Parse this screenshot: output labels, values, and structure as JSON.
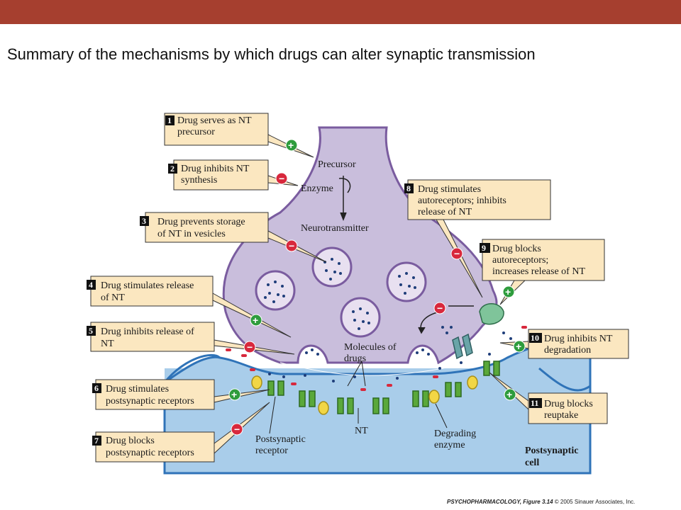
{
  "header": {
    "title": "Summary of the mechanisms by which drugs can alter synaptic transmission"
  },
  "colors": {
    "header_bar": "#a63f2f",
    "presynaptic": "#c9bedc",
    "postsynaptic": "#a9cdea",
    "callout": "#fbe7c0",
    "stimulate": "#2e9c3c",
    "inhibit": "#d8283c"
  },
  "callouts": [
    {
      "num": "1",
      "line1": "Drug serves as NT",
      "line2": "precursor",
      "effect": "+"
    },
    {
      "num": "2",
      "line1": "Drug inhibits NT",
      "line2": "synthesis",
      "effect": "−"
    },
    {
      "num": "3",
      "line1": "Drug prevents storage",
      "line2": "of NT in vesicles",
      "effect": "−"
    },
    {
      "num": "4",
      "line1": "Drug stimulates release",
      "line2": "of NT",
      "effect": "+"
    },
    {
      "num": "5",
      "line1": "Drug inhibits release of",
      "line2": "NT",
      "effect": "−"
    },
    {
      "num": "6",
      "line1": "Drug stimulates",
      "line2": "postsynaptic receptors",
      "effect": "+"
    },
    {
      "num": "7",
      "line1": "Drug blocks",
      "line2": "postsynaptic receptors",
      "effect": "−"
    },
    {
      "num": "8",
      "line1": "Drug stimulates",
      "line2": "autoreceptors;  inhibits",
      "line3": "release of NT",
      "effect": "−"
    },
    {
      "num": "9",
      "line1": "Drug blocks",
      "line2": "autoreceptors;",
      "line3": "increases release of NT",
      "effect": "+"
    },
    {
      "num": "10",
      "line1": "Drug inhibits NT",
      "line2": "degradation",
      "effect": "+"
    },
    {
      "num": "11",
      "line1": "Drug blocks",
      "line2": "reuptake",
      "effect": "+"
    }
  ],
  "labels": {
    "precursor": "Precursor",
    "enzyme": "Enzyme",
    "neurotransmitter": "Neurotransmitter",
    "molecules_line1": "Molecules of",
    "molecules_line2": "drugs",
    "nt": "NT",
    "postsynaptic_receptor_line1": "Postsynaptic",
    "postsynaptic_receptor_line2": "receptor",
    "degrading_line1": "Degrading",
    "degrading_line2": "enzyme",
    "postsynaptic_cell_line1": "Postsynaptic",
    "postsynaptic_cell_line2": "cell"
  },
  "credit": {
    "source": "PSYCHOPHARMACOLOGY, Figure 3.14",
    "copyright": "© 2005 Sinauer Associates, Inc."
  }
}
